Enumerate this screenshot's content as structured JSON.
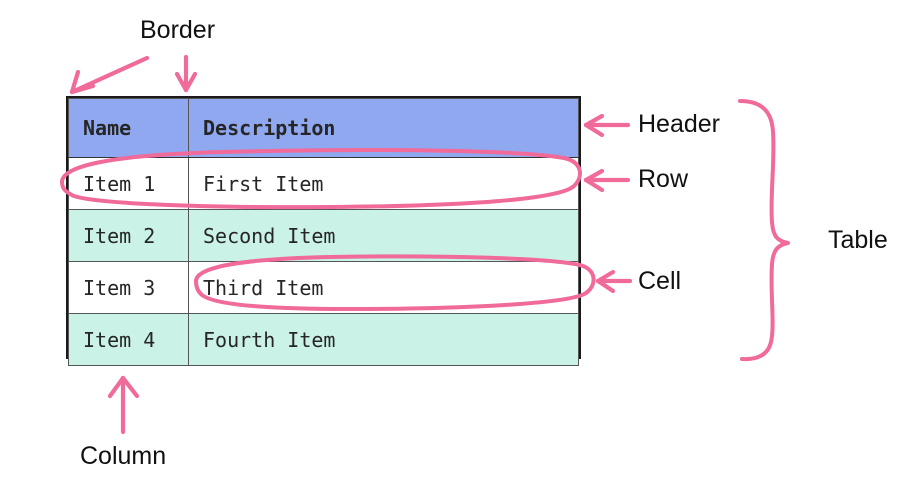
{
  "diagram": {
    "title_visible": false,
    "accent_color": "#f06a9a",
    "header_color": "#8fa8ef",
    "stripe_color": "#cbf2e7",
    "border_color": "#1a1a1a"
  },
  "table": {
    "columns": [
      "Name",
      "Description"
    ],
    "rows": [
      {
        "name": "Item 1",
        "description": "First Item"
      },
      {
        "name": "Item 2",
        "description": "Second Item"
      },
      {
        "name": "Item 3",
        "description": "Third Item"
      },
      {
        "name": "Item 4",
        "description": "Fourth Item"
      }
    ]
  },
  "annotations": [
    {
      "id": "border",
      "label": "Border",
      "marker": "two-arrows"
    },
    {
      "id": "header",
      "label": "Header",
      "marker": "left-arrow"
    },
    {
      "id": "row",
      "label": "Row",
      "marker": "left-arrow-ellipse"
    },
    {
      "id": "cell",
      "label": "Cell",
      "marker": "left-arrow-ellipse"
    },
    {
      "id": "table",
      "label": "Table",
      "marker": "curly-brace"
    },
    {
      "id": "column",
      "label": "Column",
      "marker": "up-arrow"
    }
  ]
}
